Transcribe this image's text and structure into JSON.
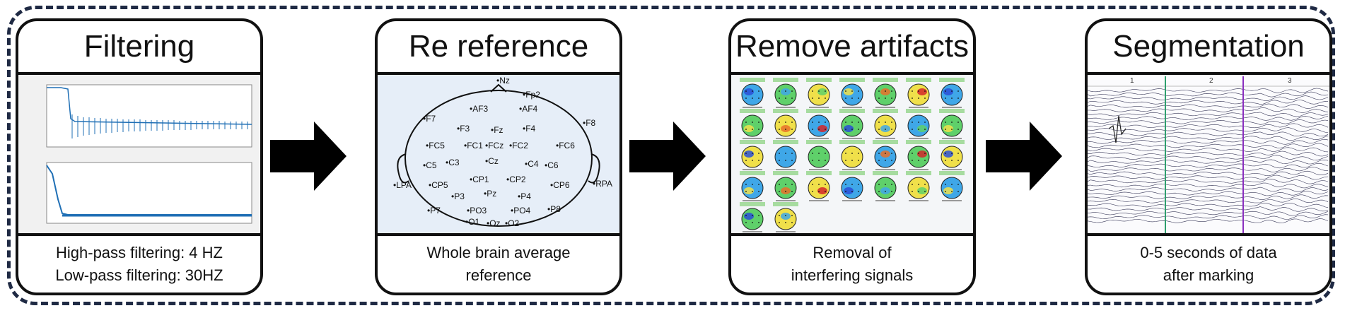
{
  "steps": [
    {
      "title": "Filtering",
      "desc_lines": [
        "High-pass filtering: 4 HZ",
        "Low-pass filtering: 30HZ"
      ]
    },
    {
      "title": "Re reference",
      "desc_lines": [
        "Whole brain average",
        "reference"
      ],
      "electrodes": [
        "Nz",
        "Fp2",
        "AF3",
        "AF4",
        "F7",
        "F8",
        "F3",
        "Fz",
        "F4",
        "FC5",
        "FC1",
        "FCz",
        "FC2",
        "FC6",
        "C5",
        "C3",
        "Cz",
        "C4",
        "C6",
        "LPA",
        "RPA",
        "CP5",
        "CP1",
        "CP2",
        "CP6",
        "P3",
        "Pz",
        "P4",
        "P7",
        "P8",
        "PO3",
        "PO4",
        "O1",
        "Oz",
        "O2"
      ]
    },
    {
      "title": "Remove artifacts",
      "desc_lines": [
        "Removal of",
        "interfering signals"
      ]
    },
    {
      "title": "Segmentation",
      "desc_lines": [
        "0-5 seconds of data",
        "after marking"
      ],
      "segment_labels": [
        "1",
        "2",
        "3"
      ]
    }
  ],
  "colors": {
    "border": "#111111",
    "frame": "#1f2a44",
    "arrow": "#000000"
  }
}
